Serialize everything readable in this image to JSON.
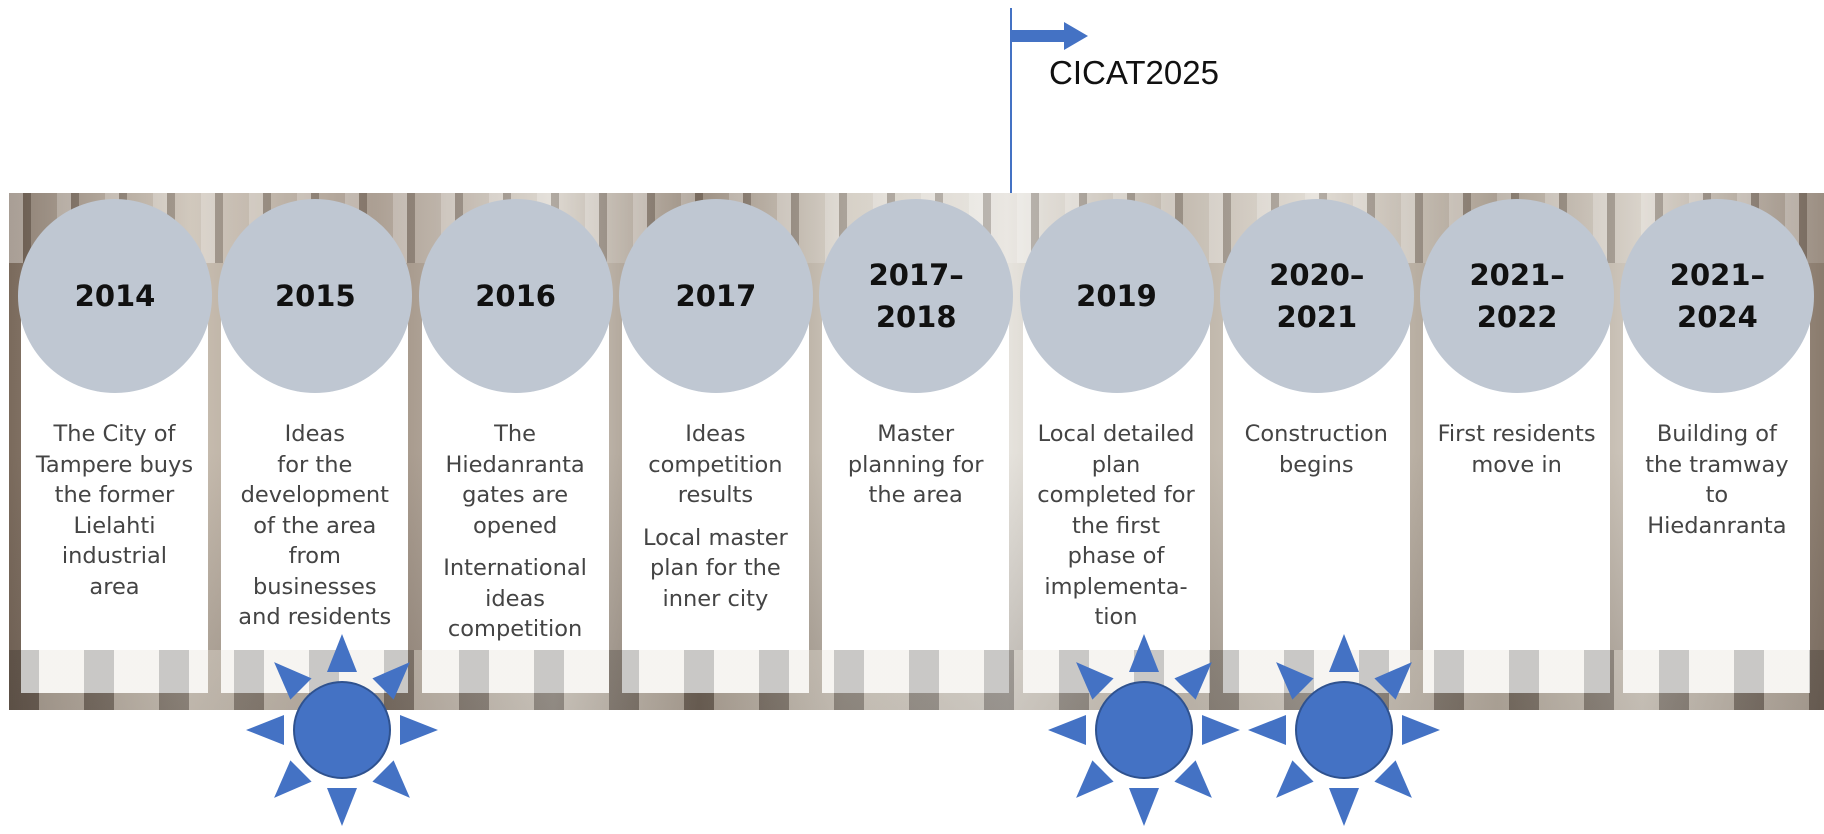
{
  "marker": {
    "label": "CICAT2025"
  },
  "timeline": [
    {
      "year": "2014",
      "lines": [
        "The City of\nTampere buys\nthe former\nLielahti\nindustrial\narea"
      ]
    },
    {
      "year": "2015",
      "lines": [
        "Ideas\nfor the\ndevelopment\nof the area\nfrom\nbusinesses\nand residents"
      ]
    },
    {
      "year": "2016",
      "lines": [
        "The\nHiedanranta\ngates are\nopened",
        "International\nideas\ncompetition"
      ]
    },
    {
      "year": "2017",
      "lines": [
        "Ideas\ncompetition\nresults",
        "Local master\nplan for the\ninner city"
      ]
    },
    {
      "year": "2017–\n2018",
      "lines": [
        "Master\nplanning for\nthe area"
      ]
    },
    {
      "year": "2019",
      "lines": [
        "Local detailed\nplan\ncompleted for\nthe first\nphase of\nimplementa-\ntion"
      ]
    },
    {
      "year": "2020–\n2021",
      "lines": [
        "Construction\nbegins"
      ]
    },
    {
      "year": "2021–\n2022",
      "lines": [
        "First residents\nmove in"
      ]
    },
    {
      "year": "2021–\n2024",
      "lines": [
        "Building of\nthe tramway\nto\nHiedanranta"
      ]
    }
  ],
  "highlights": {
    "icon": "sun-icon",
    "columns": [
      1,
      5,
      6
    ],
    "color": "#4472c4"
  },
  "colors": {
    "circle": "#bfc7d2",
    "accent": "#4472c4"
  }
}
